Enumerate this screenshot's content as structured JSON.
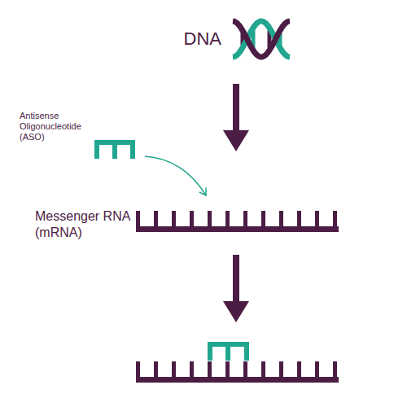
{
  "diagram": {
    "labels": [
      "DNA",
      "Antisense Oligonucleotide (ASO)",
      "Messenger RNA (mRNA)"
    ]
  }
}
